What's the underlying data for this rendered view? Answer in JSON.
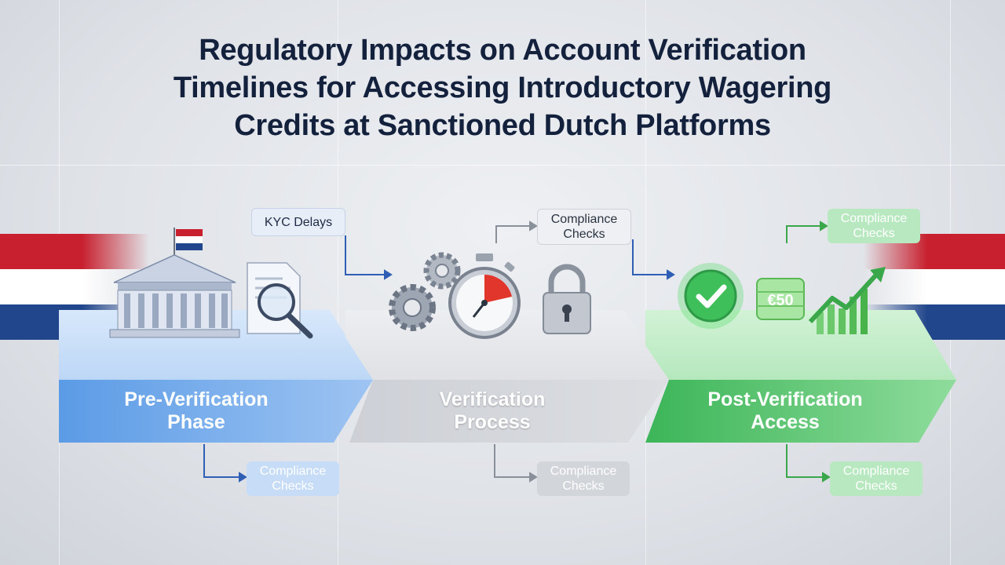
{
  "title": {
    "line1": "Regulatory Impacts on Account Verification",
    "line2": "Timelines for Accessing Introductory Wagering",
    "line3": "Credits at Sanctioned Dutch Platforms"
  },
  "phases": [
    {
      "label": "Pre-Verification Phase",
      "color": "#4a8ee0"
    },
    {
      "label": "Verification Process",
      "color": "#c9ccd2"
    },
    {
      "label": "Post-Verification Access",
      "color": "#3cb85a"
    }
  ],
  "callouts": {
    "kyc": "KYC Delays",
    "verification_top": "Compliance Checks",
    "post_top": "Compliance Checks",
    "pre_bottom": "Compliance Checks",
    "verification_bottom": "Compliance Checks",
    "post_bottom": "Compliance Checks"
  },
  "credit_card_text": "€50",
  "icons": [
    "government-building-icon",
    "netherlands-flag-icon",
    "document-magnifier-icon",
    "gears-icon",
    "stopwatch-icon",
    "padlock-icon",
    "checkmark-icon",
    "credit-card-icon",
    "growth-chart-icon"
  ],
  "colors": {
    "flag_red": "#c8202e",
    "flag_white": "#ffffff",
    "flag_blue": "#21468b",
    "title": "#14213d"
  }
}
